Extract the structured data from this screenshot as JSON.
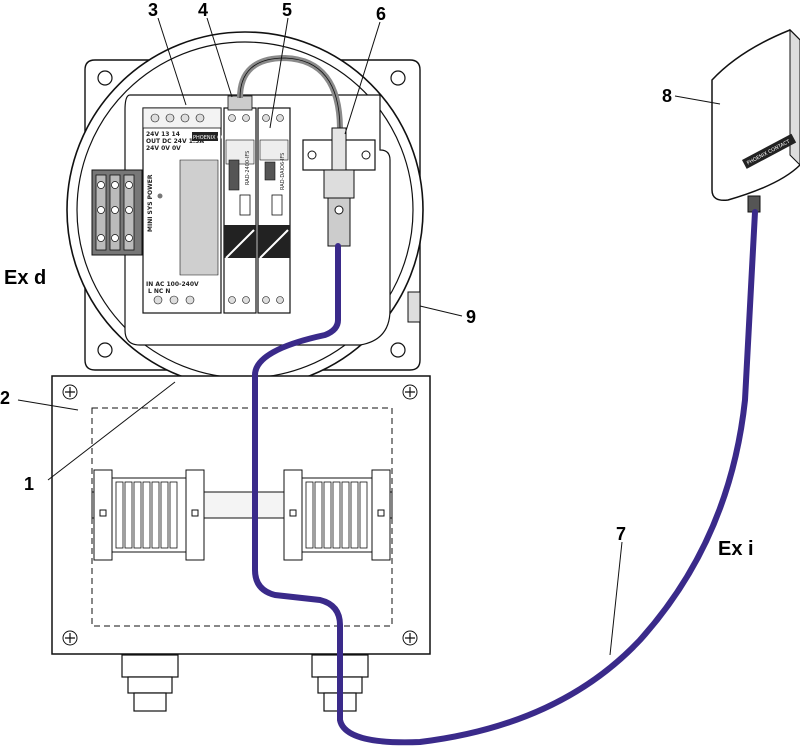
{
  "zones": {
    "ex_d": "Ex d",
    "ex_i": "Ex i"
  },
  "callouts": [
    "1",
    "2",
    "3",
    "4",
    "5",
    "6",
    "7",
    "8",
    "9"
  ],
  "psu": {
    "name": "MINI SYS POWER",
    "out_row1": "24V  13   14",
    "out_row2": "OUT DC    24V 1.5A",
    "out_row3": "24V  0V   0V",
    "in_label": "IN AC 100-240V",
    "in_terms": "L    NC    N"
  },
  "module_a": {
    "name": "RAD-2400-IFS"
  },
  "module_b": {
    "name": "RAD-DAIO6-IFS"
  },
  "brand": "PHOENIX CONTACT",
  "colors": {
    "cable": "#3a2a8a",
    "gray_cable": "#8a8a8a",
    "line": "#111111"
  }
}
